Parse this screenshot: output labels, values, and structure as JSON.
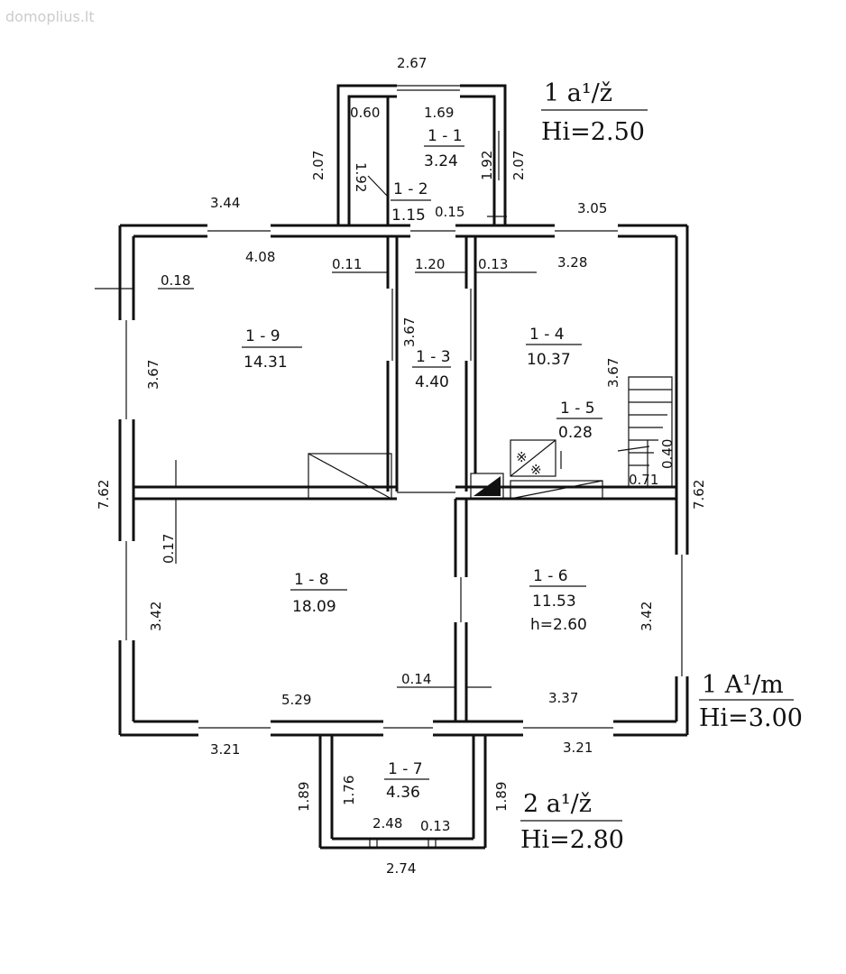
{
  "watermark": "domoplius.lt",
  "legends": {
    "top": {
      "line1": "1 a¹/ž",
      "line2": "Hi=2.50"
    },
    "right": {
      "line1": "1 A¹/m",
      "line2": "Hi=3.00"
    },
    "bottom": {
      "line1": "2 a¹/ž",
      "line2": "Hi=2.80"
    }
  },
  "rooms": {
    "r1_1": {
      "id": "1 - 1",
      "area": "3.24"
    },
    "r1_2": {
      "id": "1 - 2",
      "area": "1.15"
    },
    "r1_3": {
      "id": "1 - 3",
      "area": "4.40"
    },
    "r1_4": {
      "id": "1 - 4",
      "area": "10.37"
    },
    "r1_5": {
      "id": "1 - 5",
      "area": "0.28"
    },
    "r1_6": {
      "id": "1 - 6",
      "area": "11.53",
      "height": "h=2.60"
    },
    "r1_7": {
      "id": "1 - 7",
      "area": "4.36"
    },
    "r1_8": {
      "id": "1 - 8",
      "area": "18.09"
    },
    "r1_9": {
      "id": "1 - 9",
      "area": "14.31"
    }
  },
  "dims": {
    "top_267": "2.67",
    "top_169": "1.69",
    "top_060": "0.60",
    "top_207_left": "2.07",
    "top_207_right": "2.07",
    "top_192_left": "1.92",
    "top_192_right": "1.92",
    "top_015": "0.15",
    "d_344": "3.44",
    "d_305": "3.05",
    "d_408": "4.08",
    "d_011": "0.11",
    "d_120": "1.20",
    "d_013": "0.13",
    "d_328": "3.28",
    "d_018": "0.18",
    "d_367_left": "3.67",
    "d_367_mid": "3.67",
    "d_367_right": "3.67",
    "d_762_left": "7.62",
    "d_762_right": "7.62",
    "d_017": "0.17",
    "d_342_left": "3.42",
    "d_342_right": "3.42",
    "d_529": "5.29",
    "d_014": "0.14",
    "d_337": "3.37",
    "d_321_left": "3.21",
    "d_321_right": "3.21",
    "d_040": "0.40",
    "d_071": "0.71",
    "d_189_left": "1.89",
    "d_176": "1.76",
    "d_189_right": "1.89",
    "d_248": "2.48",
    "d_013_bottom": "0.13",
    "d_274": "2.74"
  }
}
